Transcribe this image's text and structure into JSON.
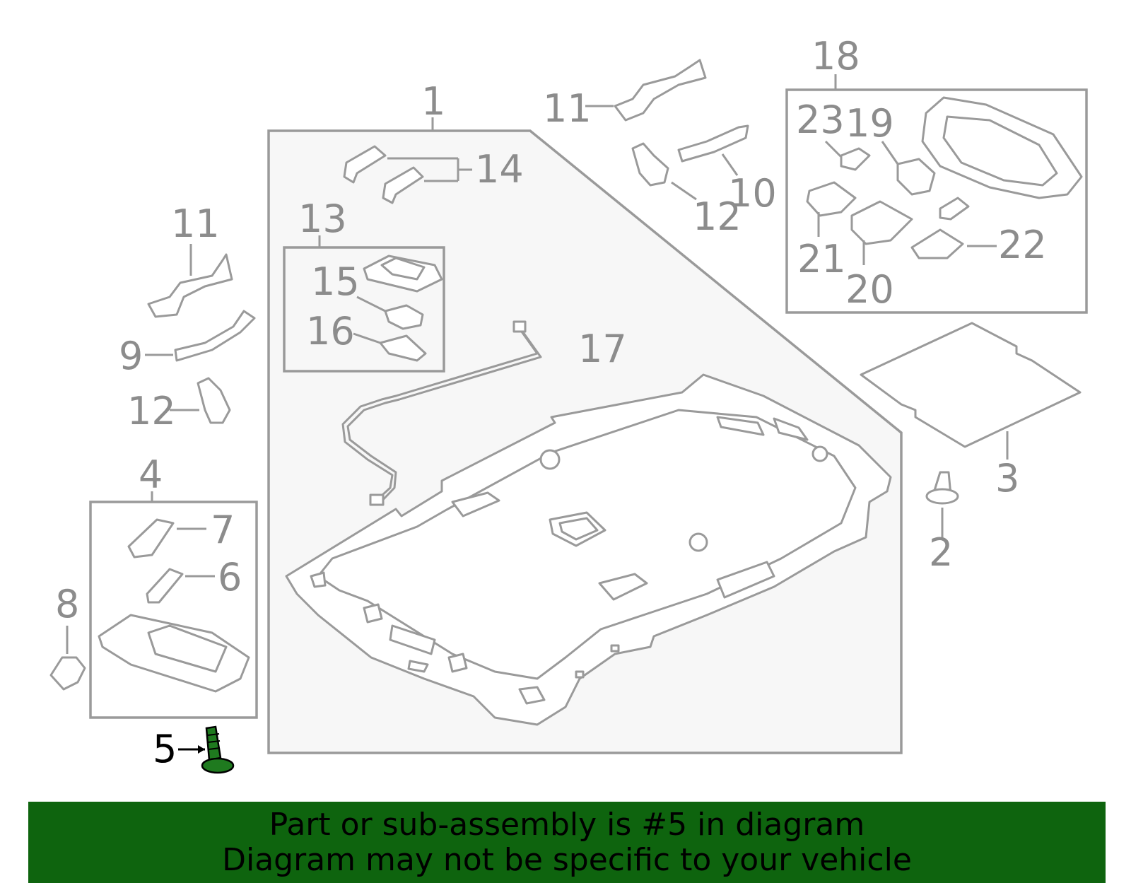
{
  "callouts": [
    {
      "id": "1",
      "label": "1"
    },
    {
      "id": "2",
      "label": "2"
    },
    {
      "id": "3",
      "label": "3"
    },
    {
      "id": "4",
      "label": "4"
    },
    {
      "id": "5",
      "label": "5"
    },
    {
      "id": "6",
      "label": "6"
    },
    {
      "id": "7",
      "label": "7"
    },
    {
      "id": "8",
      "label": "8"
    },
    {
      "id": "9",
      "label": "9"
    },
    {
      "id": "10",
      "label": "10"
    },
    {
      "id": "11a",
      "label": "11"
    },
    {
      "id": "11b",
      "label": "11"
    },
    {
      "id": "12a",
      "label": "12"
    },
    {
      "id": "12b",
      "label": "12"
    },
    {
      "id": "13",
      "label": "13"
    },
    {
      "id": "14",
      "label": "14"
    },
    {
      "id": "15",
      "label": "15"
    },
    {
      "id": "16",
      "label": "16"
    },
    {
      "id": "17",
      "label": "17"
    },
    {
      "id": "18",
      "label": "18"
    },
    {
      "id": "19",
      "label": "19"
    },
    {
      "id": "20",
      "label": "20"
    },
    {
      "id": "21",
      "label": "21"
    },
    {
      "id": "22",
      "label": "22"
    },
    {
      "id": "23",
      "label": "23"
    }
  ],
  "highlight": {
    "part": "5",
    "color": "#1f7a1f"
  },
  "banner": {
    "line1": "Part or sub-assembly is #5 in diagram",
    "line2": "Diagram may not be specific to your vehicle",
    "background": "#0e640e"
  },
  "colors": {
    "line": "#9a9a9a",
    "label": "#8c8c8c",
    "panel": "#f7f7f7"
  }
}
